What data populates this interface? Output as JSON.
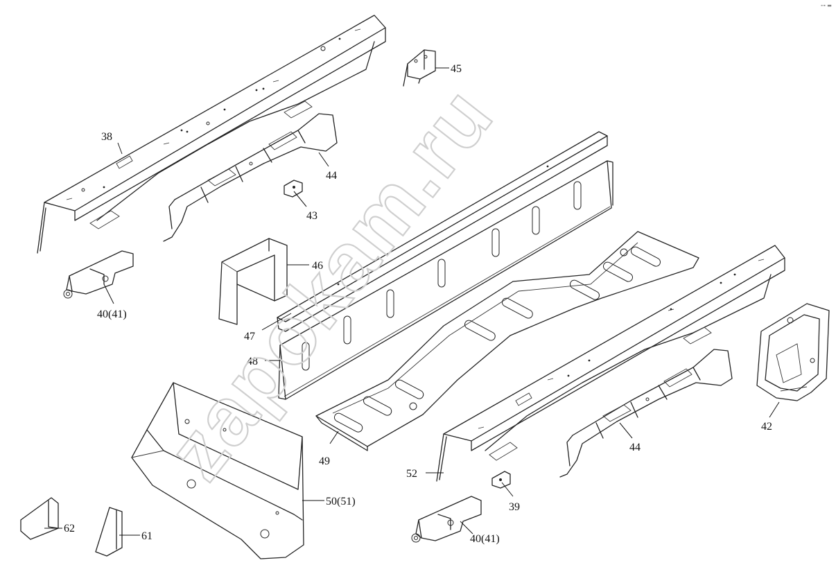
{
  "watermark": "zapokam.ru",
  "corner_mark": "⊶ ▬",
  "callouts": {
    "p38": "38",
    "p45": "45",
    "p44a": "44",
    "p43": "43",
    "p46": "46",
    "p40a": "40(41)",
    "p47": "47",
    "p48": "48",
    "p49": "49",
    "p52": "52",
    "p44b": "44",
    "p42": "42",
    "p39": "39",
    "p40b": "40(41)",
    "p50": "50(51)",
    "p62": "62",
    "p61": "61"
  }
}
